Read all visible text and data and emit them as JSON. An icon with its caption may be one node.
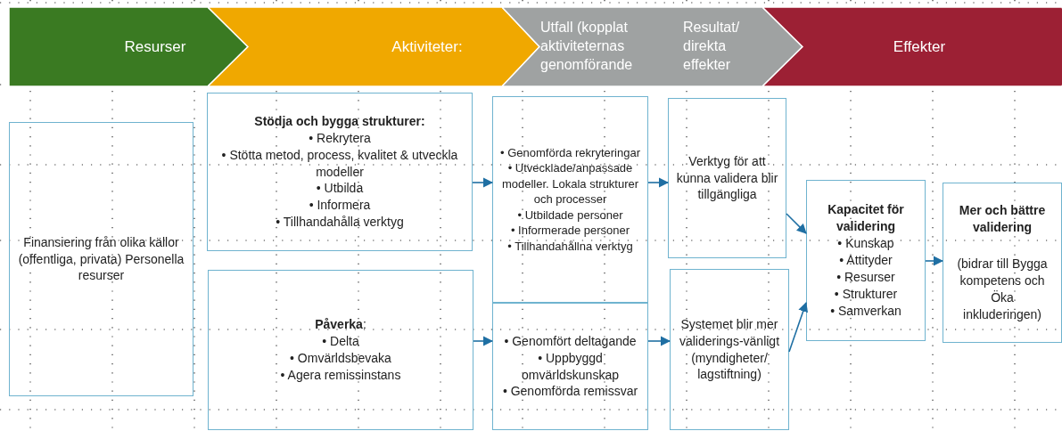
{
  "diagram": {
    "nodes": [
      {
        "text": [
          "Resurser"
        ]
      },
      {
        "text": [
          "Aktiviteter:"
        ]
      },
      {
        "text": [
          "Utfall (kopplat aktiviteternas genomförande",
          "Resultat/ direkta effekter"
        ]
      },
      {
        "text": [
          "Effekter"
        ]
      },
      {
        "text": [
          "Finansiering från olika källor (offentliga, privata) Personella resurser"
        ]
      },
      {
        "text": [
          "Stödja och bygga strukturer:",
          "• Rekrytera",
          "• Stötta metod, process, kvalitet & utveckla modeller",
          "• Utbilda",
          "• Informera",
          "• Tillhandahålla verktyg"
        ]
      },
      {
        "text": [
          "**Påverka**:",
          "• Delta",
          "• Omvärldsbevaka",
          "• Agera remissinstans"
        ]
      },
      {
        "text": [
          "• Genomförda rekryteringar",
          "• Utvecklade/anpassade modeller. Lokala strukturer och processer",
          "• Utbildade personer",
          "• Informerade personer",
          "• Tillhandahållna verktyg"
        ]
      },
      {
        "text": [
          "• Genomfört deltagande",
          "• Uppbyggd omvärldskunskap",
          "• Genomförda remissvar"
        ]
      },
      {
        "text": [
          "Verktyg för att kunna validera blir tillgängliga"
        ]
      },
      {
        "text": [
          "Systemet blir mer validerings-vänligt (myndigheter/ lagstiftning)"
        ]
      },
      {
        "text": [
          "Kapacitet för validering",
          "• Kunskap",
          "• Attityder",
          "• Resurser",
          "• Strukturer",
          "• Samverkan"
        ]
      },
      {
        "text": [
          "Mer och bättre validering",
          "(bidrar till Bygga kompetens och Öka inkluderingen)"
        ]
      }
    ],
    "edges": [
      {
        "from": 5,
        "to": 7,
        "arrow": "to"
      },
      {
        "from": 6,
        "to": 8,
        "arrow": "to"
      },
      {
        "from": 7,
        "to": 9,
        "arrow": "to"
      },
      {
        "from": 8,
        "to": 10,
        "arrow": "to"
      },
      {
        "from": 9,
        "to": 11,
        "arrow": "to"
      },
      {
        "from": 10,
        "to": 11,
        "arrow": "to"
      },
      {
        "from": 11,
        "to": 12,
        "arrow": "to"
      }
    ]
  }
}
